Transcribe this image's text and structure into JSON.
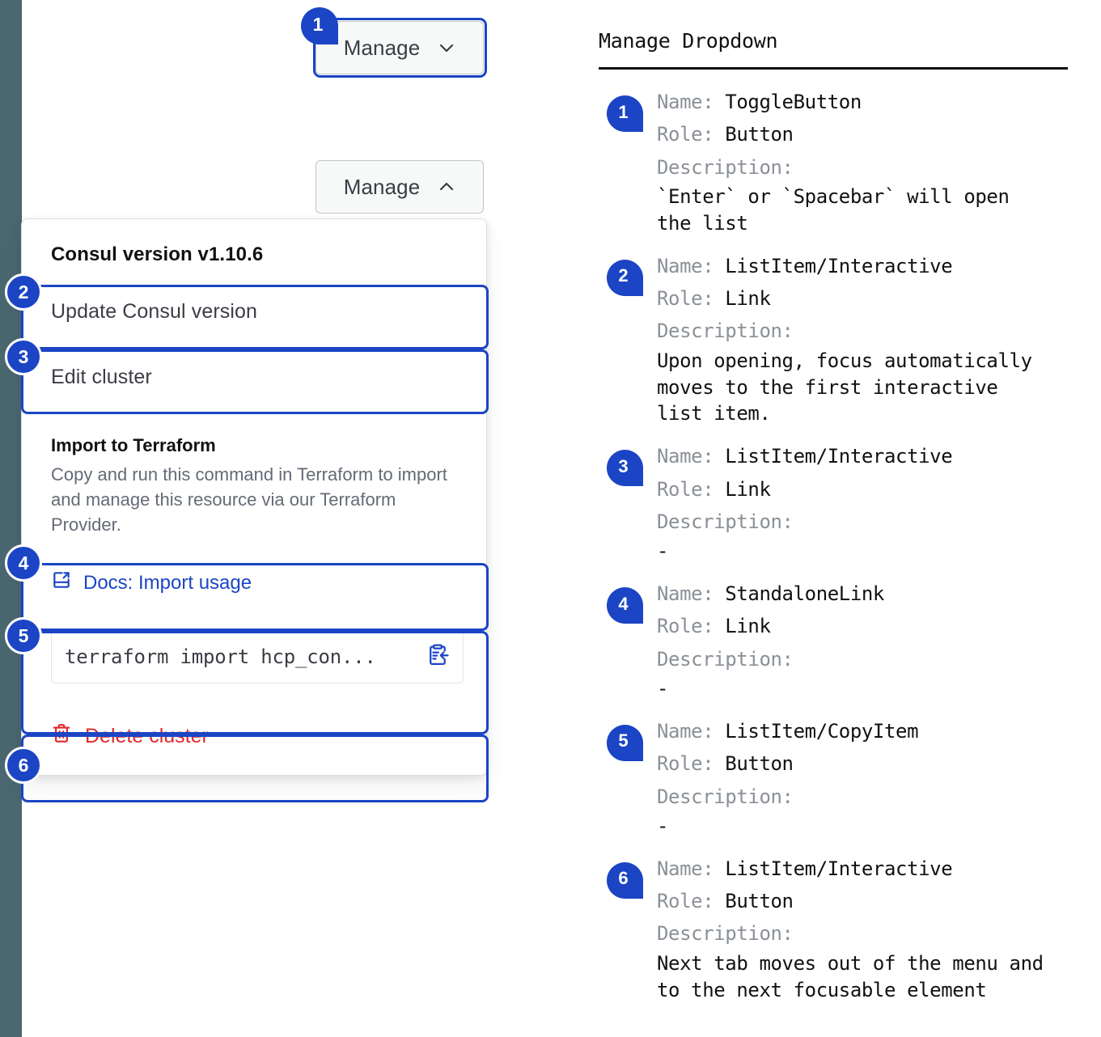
{
  "rail": {
    "color": "#4A666F"
  },
  "accent": {
    "blue": "#1B45C4",
    "red": "#E0282B",
    "gray_text": "#656A76"
  },
  "buttons": {
    "closed": {
      "label": "Manage",
      "icon": "chevron-down-icon"
    },
    "open": {
      "label": "Manage",
      "icon": "chevron-up-icon"
    }
  },
  "dropdown": {
    "heading": "Consul version v1.10.6",
    "items": [
      {
        "label": "Update Consul version"
      },
      {
        "label": "Edit cluster"
      }
    ],
    "terraform": {
      "title": "Import to Terraform",
      "body": "Copy and run this command in Terraform to import and manage this resource via our Terraform Provider.",
      "docs_link": "Docs: Import usage",
      "docs_link_icon": "external-link-icon",
      "command": "terraform import hcp_con...",
      "copy_icon": "copy-to-clipboard-icon"
    },
    "delete": {
      "label": "Delete cluster",
      "icon": "trash-icon"
    }
  },
  "markers": {
    "left": [
      "1",
      "2",
      "3",
      "4",
      "5",
      "6"
    ]
  },
  "docs": {
    "title": "Manage Dropdown",
    "labels": {
      "name": "Name:",
      "role": "Role:",
      "description": "Description:"
    },
    "entries": [
      {
        "num": "1",
        "name": "ToggleButton",
        "role": "Button",
        "description": "`Enter` or `Spacebar` will open\nthe list"
      },
      {
        "num": "2",
        "name": "ListItem/Interactive",
        "role": "Link",
        "description": "Upon opening, focus automatically\nmoves to the first interactive\nlist item."
      },
      {
        "num": "3",
        "name": "ListItem/Interactive",
        "role": "Link",
        "description": "-"
      },
      {
        "num": "4",
        "name": "StandaloneLink",
        "role": "Link",
        "description": "-"
      },
      {
        "num": "5",
        "name": "ListItem/CopyItem",
        "role": "Button",
        "description": "-"
      },
      {
        "num": "6",
        "name": "ListItem/Interactive",
        "role": "Button",
        "description": "Next tab moves out of the menu and\nto the next focusable element"
      }
    ]
  }
}
